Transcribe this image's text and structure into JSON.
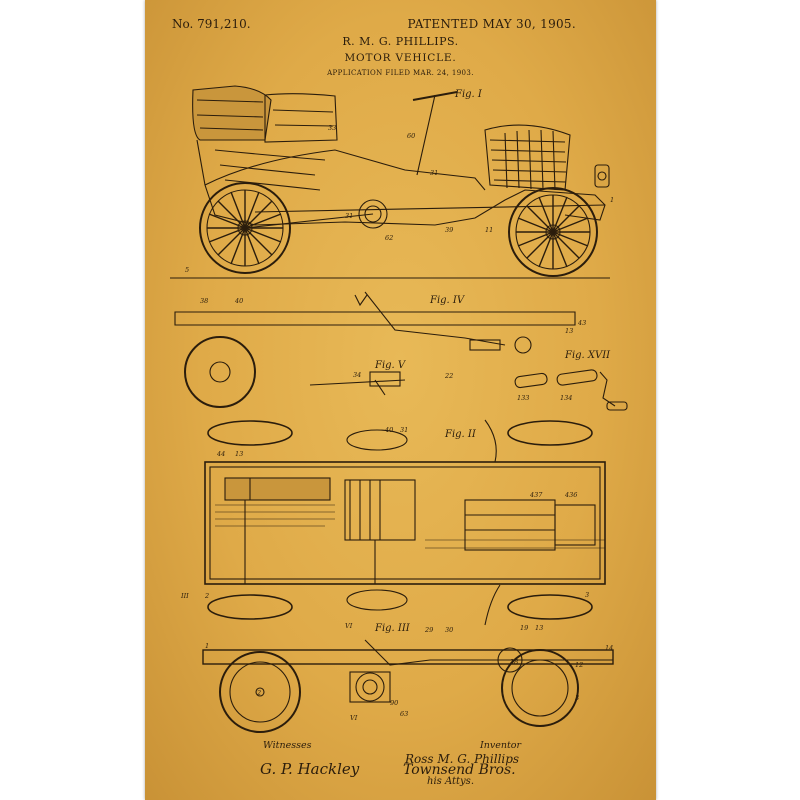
{
  "header": {
    "patent_number": "No. 791,210.",
    "patent_date": "PATENTED MAY 30, 1905.",
    "inventor": "R. M. G. PHILLIPS.",
    "title": "MOTOR VEHICLE.",
    "filed": "APPLICATION FILED MAR. 24, 1903."
  },
  "figures": {
    "fig1": "Fig. I",
    "fig2": "Fig. II",
    "fig3": "Fig. III",
    "fig4": "Fig. IV",
    "fig5": "Fig. V",
    "fig17": "Fig. XVII"
  },
  "footer": {
    "witnesses_label": "Witnesses",
    "inventor_label": "Inventor",
    "witness_signature": "G. P. Hackley",
    "inventor_signature": "Ross M. G. Phillips",
    "attorney_signature": "Townsend Bros.",
    "attorney_note": "his Attys."
  },
  "colors": {
    "paper": "#dfaa48",
    "ink": "#2b1d0c",
    "background": "#ffffff"
  }
}
